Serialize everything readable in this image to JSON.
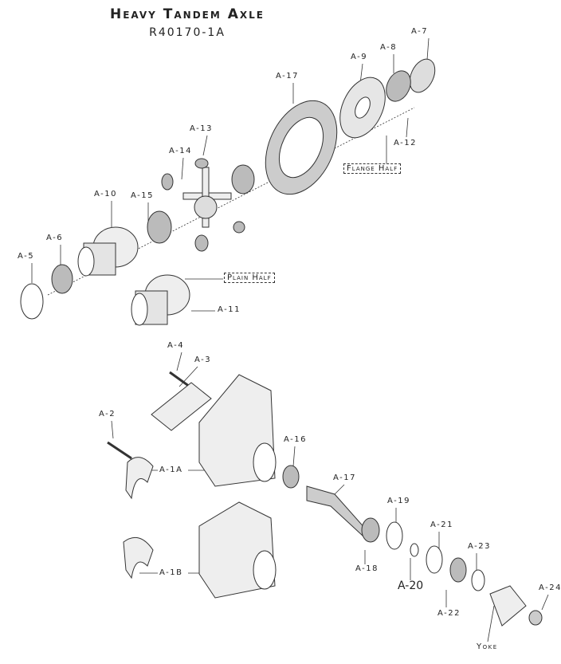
{
  "title": "Heavy Tandem Axle",
  "part_number": "R40170-1A",
  "differential_labels": {
    "a7": "A-7",
    "a8": "A-8",
    "a9": "A-9",
    "a17": "A-17",
    "a12": "A-12",
    "flange_half": "Flange Half",
    "a13": "A-13",
    "a14": "A-14",
    "a10": "A-10",
    "a15": "A-15",
    "a6": "A-6",
    "a5": "A-5",
    "plain_half": "Plain Half",
    "a11": "A-11"
  },
  "carrier_labels": {
    "a4": "A-4",
    "a3": "A-3",
    "a2": "A-2",
    "a1a": "A-1A",
    "a16": "A-16",
    "a17": "A-17",
    "a19": "A-19",
    "a21": "A-21",
    "a23": "A-23",
    "a24": "A-24",
    "a18": "A-18",
    "a20": "A-20",
    "a22": "A-22",
    "yoke": "Yoke",
    "a1b": "A-1B"
  }
}
